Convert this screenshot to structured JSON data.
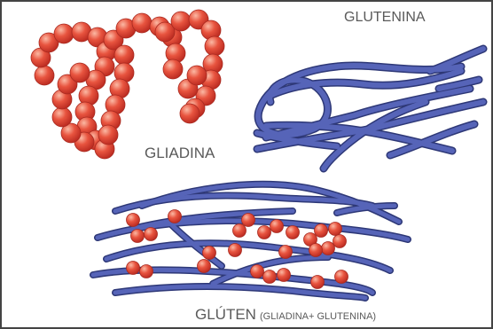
{
  "labels": {
    "glutenina": "GLUTENINA",
    "gliadina": "GLIADINA",
    "gluten_main": "GLÚTEN",
    "gluten_sub": "(GLIADINA+ GLUTENINA)"
  },
  "colors": {
    "bead": "#e2473a",
    "bead_highlight": "#f7a089",
    "strand": "#4a57a8",
    "strand_edge": "#2e3877",
    "label": "#5a5a5a"
  }
}
